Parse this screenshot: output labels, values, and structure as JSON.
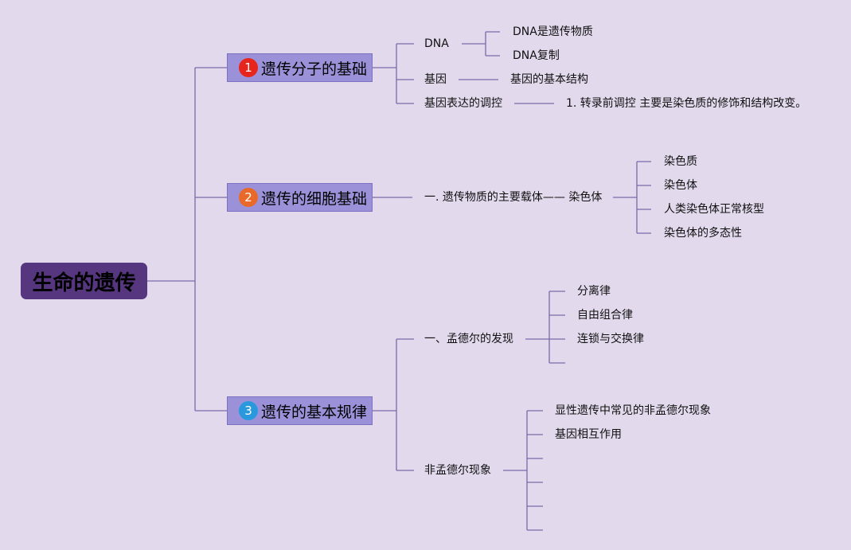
{
  "root": {
    "label": "生命的遗传",
    "color": "#56367e"
  },
  "line_color": "#7d6aa8",
  "branches": [
    {
      "number": "1",
      "badge_color": "#e8251c",
      "label": "遗传分子的基础",
      "children": [
        {
          "label": "DNA",
          "children": [
            "DNA是遗传物质",
            "DNA复制"
          ]
        },
        {
          "label": "基因",
          "children": [
            "基因的基本结构"
          ]
        },
        {
          "label": "基因表达的调控",
          "children": [
            "1. 转录前调控 主要是染色质的修饰和结构改变。"
          ]
        }
      ]
    },
    {
      "number": "2",
      "badge_color": "#e8692a",
      "label": "遗传的细胞基础",
      "children": [
        {
          "label": "一. 遗传物质的主要载体—— 染色体",
          "children": [
            "染色质",
            "染色体",
            "人类染色体正常核型",
            "染色体的多态性"
          ]
        }
      ]
    },
    {
      "number": "3",
      "badge_color": "#2a98dc",
      "label": "遗传的基本规律",
      "children": [
        {
          "label": "一、孟德尔的发现",
          "children": [
            "分离律",
            "自由组合律",
            "连锁与交换律",
            ""
          ]
        },
        {
          "label": "非孟德尔现象",
          "children": [
            "显性遗传中常见的非孟德尔现象",
            "基因相互作用",
            "",
            "",
            "",
            ""
          ]
        }
      ]
    }
  ]
}
